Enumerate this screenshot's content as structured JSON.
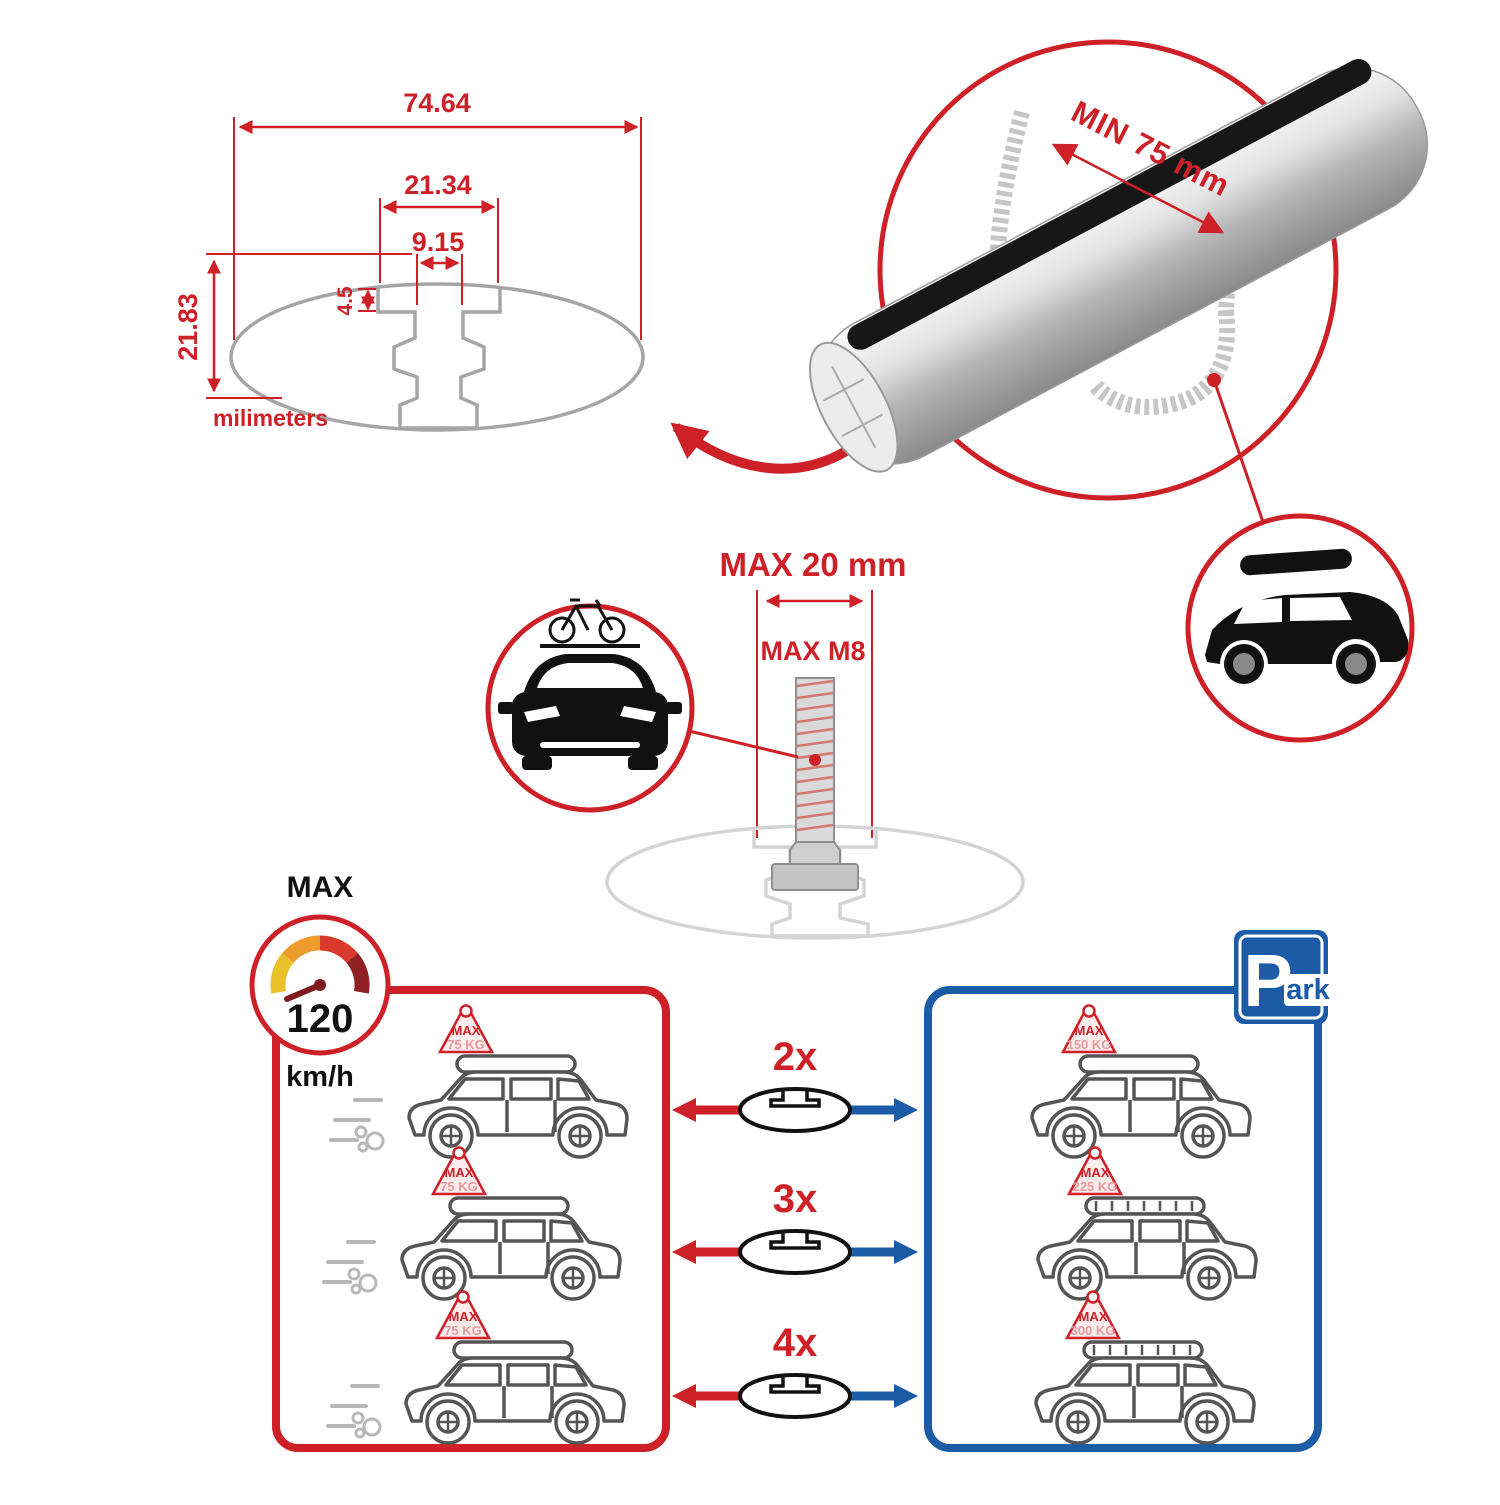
{
  "colors": {
    "red": "#cd2027",
    "blue": "#1c5ba6",
    "gray": "#a5a5a5",
    "black": "#111111"
  },
  "dim": {
    "total_width": "74.64",
    "mid_width": "21.34",
    "slot_width": "9.15",
    "notch_depth": "4.5",
    "total_height": "21.83",
    "units": "milimeters"
  },
  "bar": {
    "min_span": "MIN 75 mm"
  },
  "bolt": {
    "max_width": "MAX 20 mm",
    "max_thread": "MAX M8"
  },
  "speed": {
    "label": "MAX",
    "value": "120",
    "units": "km/h"
  },
  "park": {
    "p": "P",
    "suffix": "ark"
  },
  "rows": [
    {
      "multiplier": "2x",
      "left_max": "MAX",
      "left_weight": "75 KG",
      "right_max": "MAX",
      "right_weight": "150 KG"
    },
    {
      "multiplier": "3x",
      "left_max": "MAX",
      "left_weight": "75 KG",
      "right_max": "MAX",
      "right_weight": "225 KG"
    },
    {
      "multiplier": "4x",
      "left_max": "MAX",
      "left_weight": "75 KG",
      "right_max": "MAX",
      "right_weight": "300 KG"
    }
  ]
}
